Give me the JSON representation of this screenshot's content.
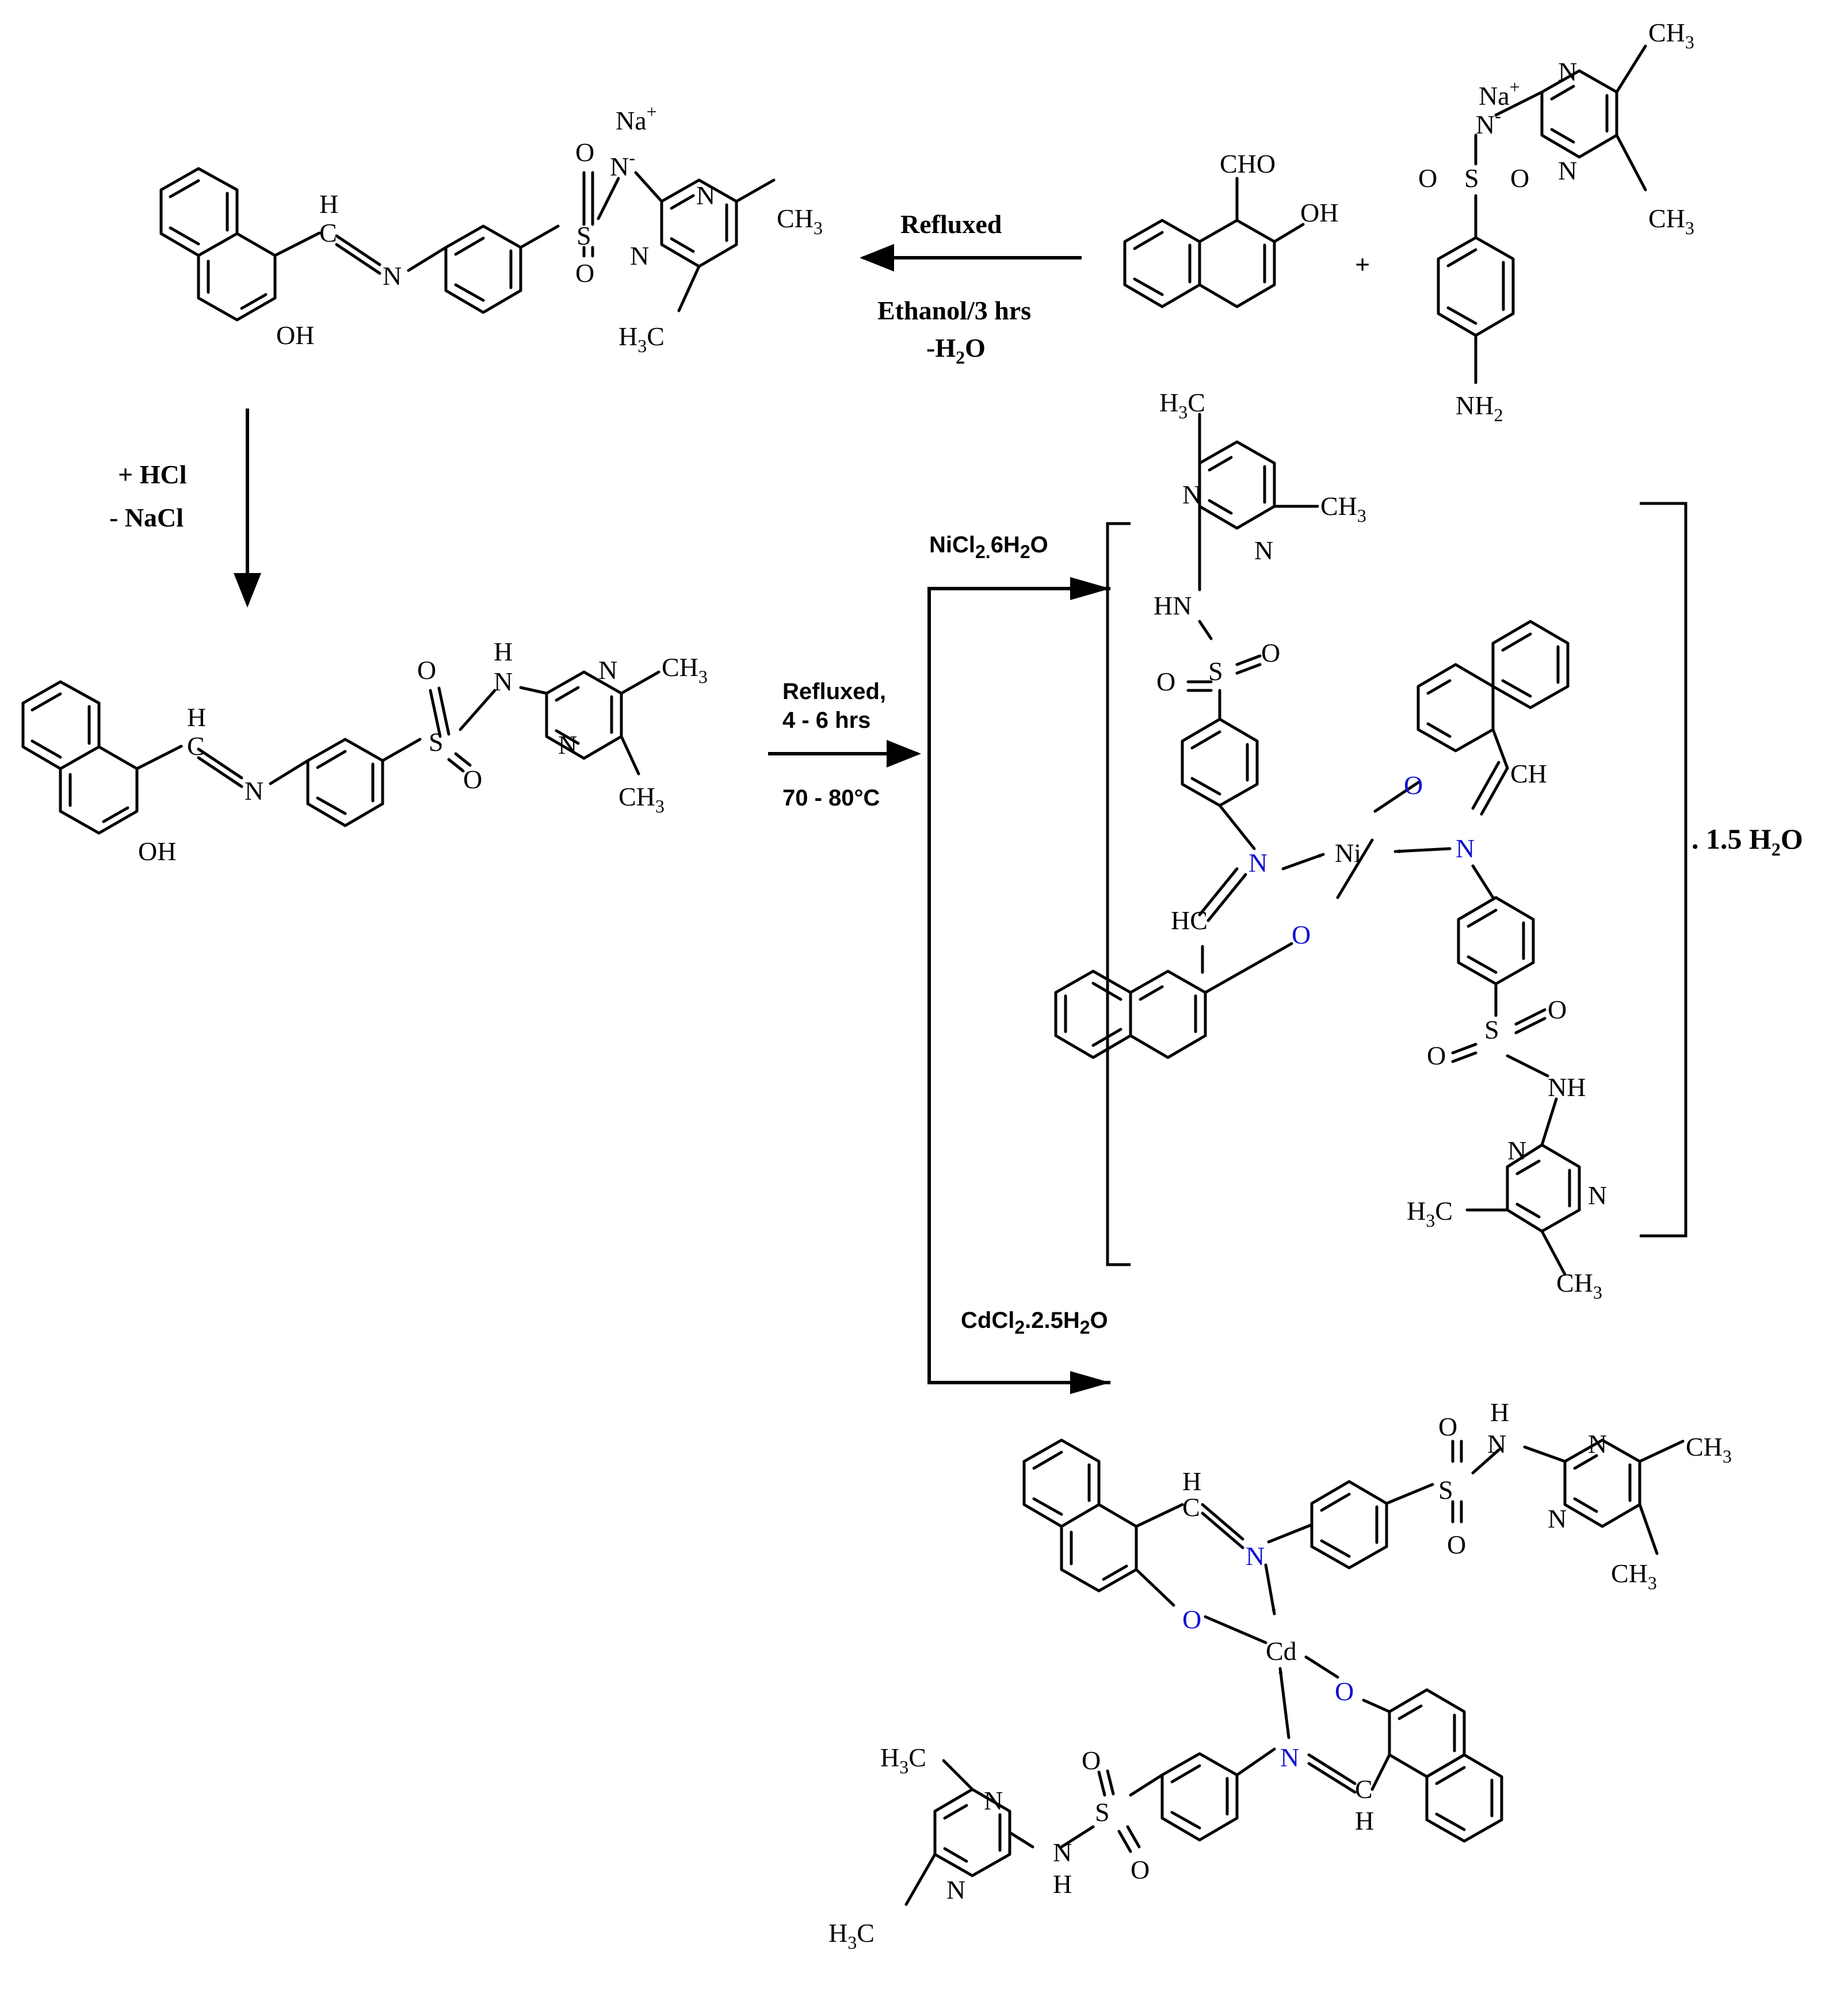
{
  "atoms": {
    "na_plus": "Na",
    "plus_sign": "+",
    "minus_sign": "-",
    "n": "N",
    "n_minus": "N",
    "nh": "NH",
    "hn": "HN",
    "h": "H",
    "hc": "HC",
    "c": "C",
    "ch": "CH",
    "o": "O",
    "oh": "OH",
    "s": "S",
    "ni": "Ni",
    "cd": "Cd",
    "cho": "CHO",
    "ch3": "CH",
    "h3c": "H",
    "h3c_tail": "C",
    "nh2": "NH",
    "three": "3",
    "two": "2"
  },
  "reaction1": {
    "top_label": "Refluxed",
    "bottom_label_1": "Ethanol/3 hrs",
    "bottom_label_2_prefix": "-H",
    "bottom_label_2_sub": "2",
    "bottom_label_2_suffix": "O",
    "plus": "+"
  },
  "reaction2": {
    "label_1": "+ HCl",
    "label_2": "- NaCl"
  },
  "reaction3": {
    "label_1": "Refluxed,",
    "label_2": "4 - 6 hrs",
    "label_3": "70 - 80°C"
  },
  "branch_ni": {
    "reagent_prefix": "NiCl",
    "reagent_sub1": "2.",
    "reagent_mid": "6H",
    "reagent_sub2": "2",
    "reagent_suffix": "O",
    "hydrate_prefix": ". 1.5 H",
    "hydrate_sub": "2",
    "hydrate_suffix": "O"
  },
  "branch_cd": {
    "reagent_prefix": "CdCl",
    "reagent_sub1": "2",
    "reagent_mid": ".2.5H",
    "reagent_sub2": "2",
    "reagent_suffix": "O"
  }
}
